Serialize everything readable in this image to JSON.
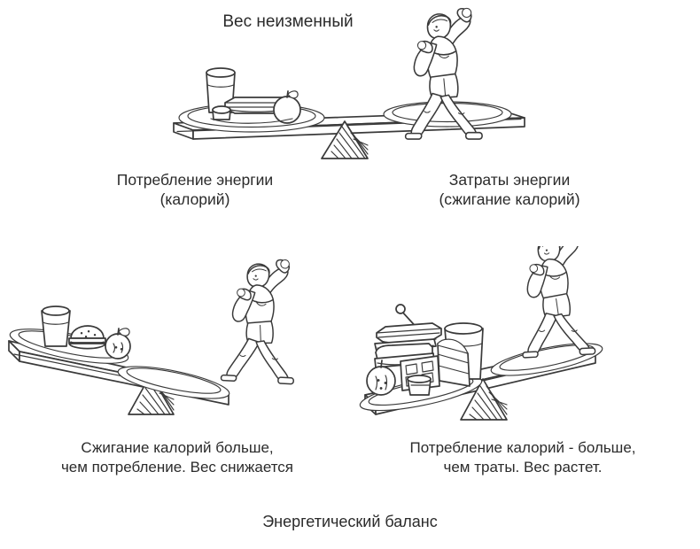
{
  "page": {
    "title": "Энергетический баланс",
    "background_color": "#ffffff",
    "ink_color": "#3a3a3a",
    "text_color": "#2b2b2b"
  },
  "top_scene": {
    "title": "Вес неизменный",
    "left_caption": "Потребление энергии\n(калорий)",
    "right_caption": "Затраты энергии\n(сжигание калорий)",
    "state": "balanced",
    "tilt_degrees": 0,
    "left_side_load": "tray with glass of milk, sandwich, apple, small bowl",
    "right_side_load": "woman exercising with dumbbells"
  },
  "bottom_left_scene": {
    "caption": "Сжигание калорий больше,\nчем потребление. Вес снижается",
    "state": "food-side-up",
    "tilt_degrees": -11,
    "left_side_load": "small meal: glass, burger, apple slice",
    "right_side_load": "woman exercising with dumbbells"
  },
  "bottom_right_scene": {
    "caption": "Потребление калорий - больше,\nчем траты. Вес растет.",
    "state": "food-side-down",
    "tilt_degrees": 11,
    "left_side_load": "large food stack: club sandwich, burgers, glass, cake slice, apple",
    "right_side_load": "woman exercising with dumbbells"
  },
  "bottom_caption": "Энергетический баланс"
}
